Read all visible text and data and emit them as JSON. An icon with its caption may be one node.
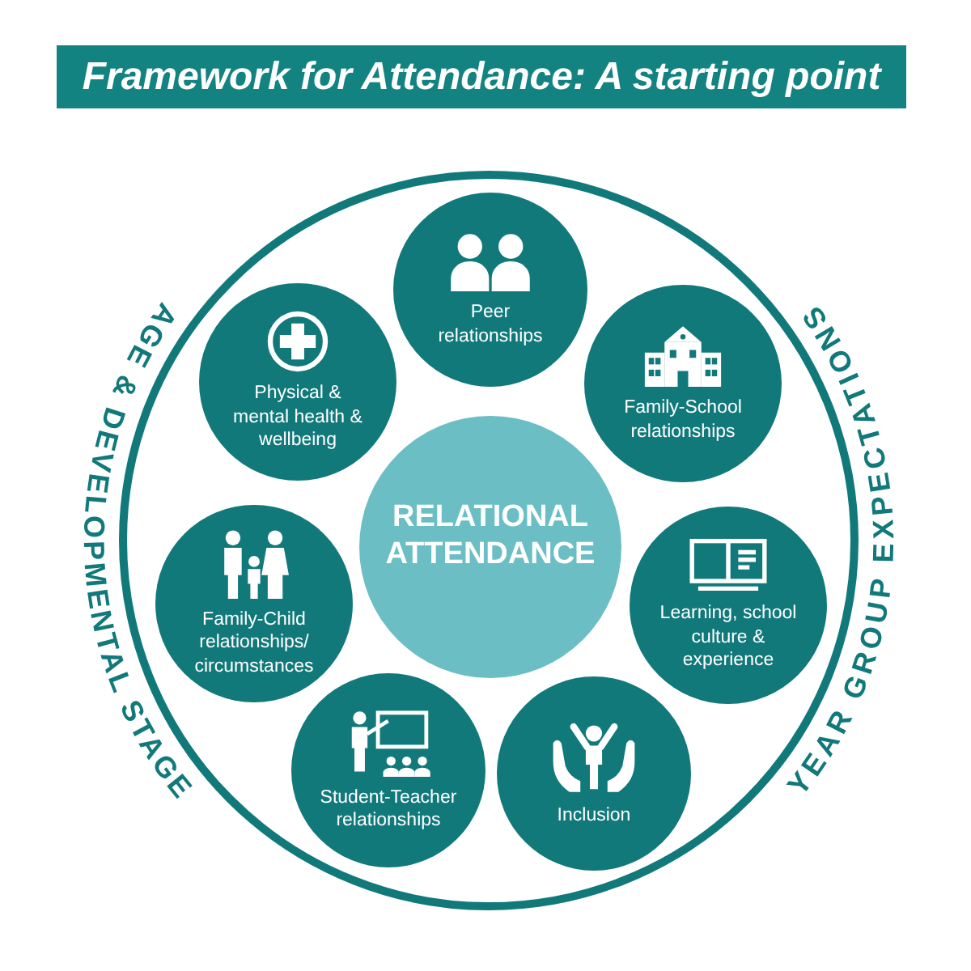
{
  "diagram": {
    "title": "Framework for Attendance: A starting point",
    "nodes": [
      {
        "text": [
          "AGE & DEVELOPMENTAL STAGE",
          "YEAR GROUP EXPECTATIONS"
        ]
      },
      {
        "text": [
          "Peer relationships"
        ],
        "in": 0
      },
      {
        "text": [
          "Physical & mental health & wellbeing"
        ],
        "in": 0
      },
      {
        "text": [
          "Family-School relationships"
        ],
        "in": 0
      },
      {
        "text": [
          "RELATIONAL ATTENDANCE"
        ],
        "in": 0
      },
      {
        "text": [
          "Family-Child relationships/ circumstances"
        ],
        "in": 0
      },
      {
        "text": [
          "Learning, school culture & experience"
        ],
        "in": 0
      },
      {
        "text": [
          "Student-Teacher relationships"
        ],
        "in": 0
      },
      {
        "text": [
          "Inclusion"
        ],
        "in": 0
      }
    ]
  }
}
